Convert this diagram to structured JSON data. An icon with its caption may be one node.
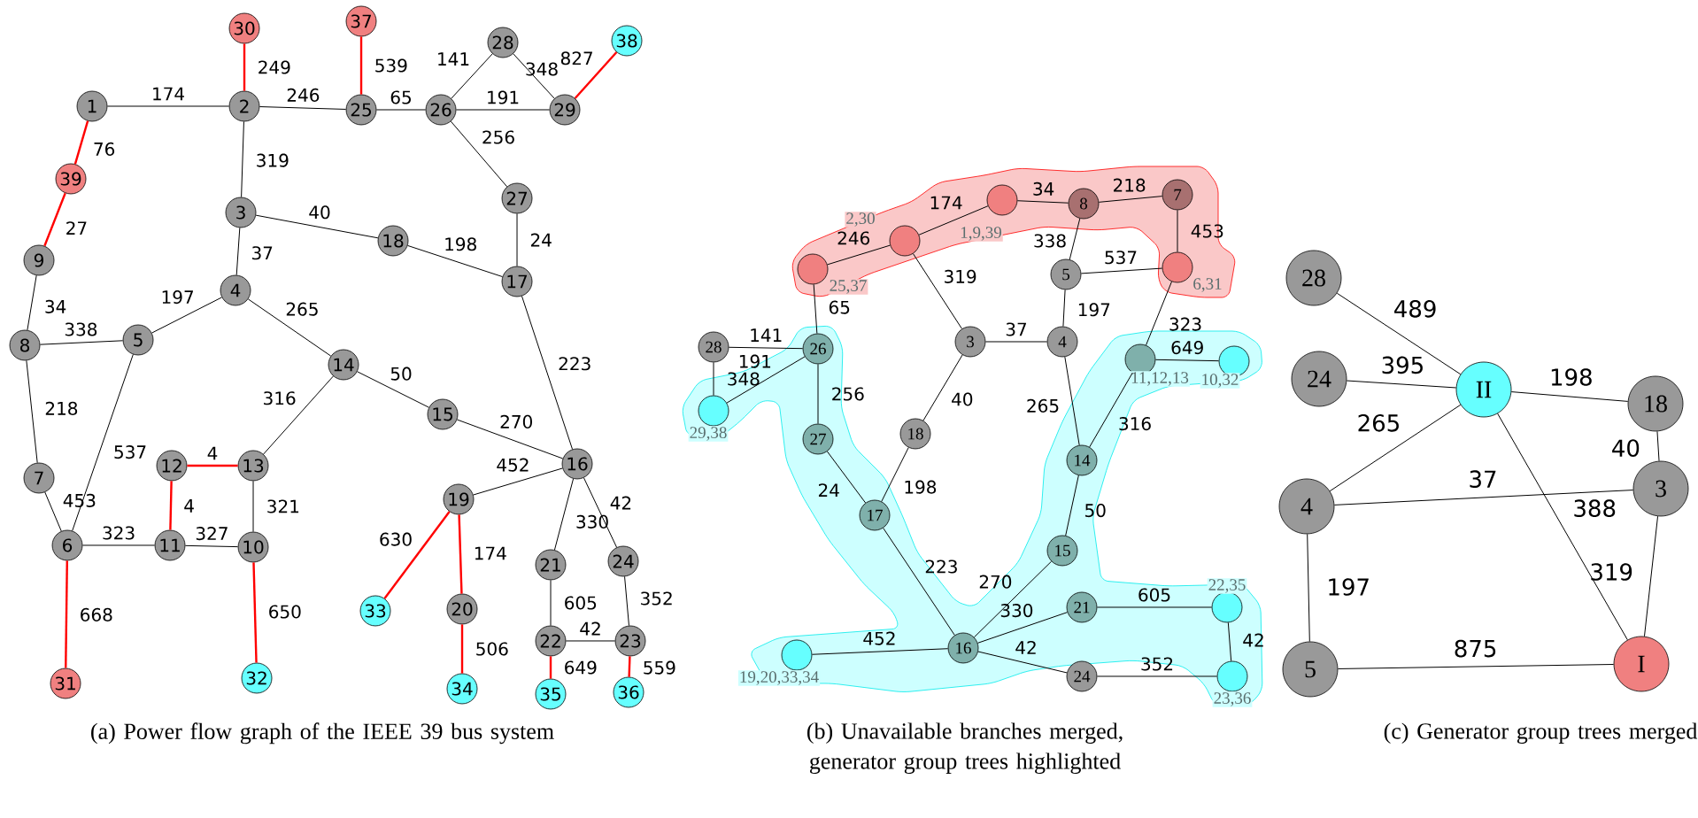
{
  "diagram": {
    "nodes": [
      {
        "text": [
          "30"
        ]
      },
      {
        "text": [
          "37"
        ]
      },
      {
        "text": [
          "28"
        ]
      },
      {
        "text": [
          "38"
        ]
      },
      {
        "text": [
          "1"
        ]
      },
      {
        "text": [
          "2"
        ]
      },
      {
        "text": [
          "25"
        ]
      },
      {
        "text": [
          "26"
        ]
      },
      {
        "text": [
          "29"
        ]
      },
      {
        "text": [
          "39"
        ]
      },
      {
        "text": [
          "3"
        ]
      },
      {
        "text": [
          "27"
        ]
      },
      {
        "text": [
          "18"
        ]
      },
      {
        "text": [
          "9"
        ]
      },
      {
        "text": [
          "17"
        ]
      },
      {
        "text": [
          "4"
        ]
      },
      {
        "text": [
          "8"
        ]
      },
      {
        "text": [
          "5"
        ]
      },
      {
        "text": [
          "14"
        ]
      },
      {
        "text": [
          "15"
        ]
      },
      {
        "text": [
          "16"
        ]
      },
      {
        "text": [
          "12"
        ]
      },
      {
        "text": [
          "13"
        ]
      },
      {
        "text": [
          "7"
        ]
      },
      {
        "text": [
          "19"
        ]
      },
      {
        "text": [
          "6"
        ]
      },
      {
        "text": [
          "11"
        ]
      },
      {
        "text": [
          "10"
        ]
      },
      {
        "text": [
          "21"
        ]
      },
      {
        "text": [
          "24"
        ]
      },
      {
        "text": [
          "33"
        ]
      },
      {
        "text": [
          "20"
        ]
      },
      {
        "text": [
          "22"
        ]
      },
      {
        "text": [
          "23"
        ]
      },
      {
        "text": [
          "31"
        ]
      },
      {
        "text": [
          "32"
        ]
      },
      {
        "text": [
          "34"
        ]
      },
      {
        "text": [
          "35"
        ]
      },
      {
        "text": [
          "36"
        ]
      },
      {
        "text": [],
        "shape": "circle",
        "beside": [
          "1,9,39"
        ]
      },
      {
        "text": [
          "8"
        ]
      },
      {
        "text": [
          "7"
        ]
      },
      {
        "text": [],
        "shape": "circle",
        "beside": [
          "2,30"
        ]
      },
      {
        "text": [],
        "shape": "circle",
        "beside": [
          "25,37"
        ]
      },
      {
        "text": [],
        "shape": "circle",
        "beside": [
          "6,31"
        ]
      },
      {
        "text": [
          "5"
        ]
      },
      {
        "text": [
          "3"
        ]
      },
      {
        "text": [
          "4"
        ]
      },
      {
        "text": [
          "28"
        ]
      },
      {
        "text": [
          "26"
        ]
      },
      {
        "text": [],
        "shape": "circle",
        "beside": [
          "11,12,13"
        ]
      },
      {
        "text": [],
        "shape": "circle",
        "beside": [
          "10,32"
        ]
      },
      {
        "text": [],
        "shape": "circle",
        "beside": [
          "29,38"
        ]
      },
      {
        "text": [
          "18"
        ]
      },
      {
        "text": [
          "27"
        ]
      },
      {
        "text": [
          "14"
        ]
      },
      {
        "text": [
          "17"
        ]
      },
      {
        "text": [
          "15"
        ]
      },
      {
        "text": [
          "21"
        ]
      },
      {
        "text": [],
        "shape": "circle",
        "beside": [
          "22,35"
        ]
      },
      {
        "text": [
          "16"
        ]
      },
      {
        "text": [],
        "shape": "circle",
        "beside": [
          "19,20,33,34"
        ]
      },
      {
        "text": [
          "24"
        ]
      },
      {
        "text": [],
        "shape": "circle",
        "beside": [
          "23,36"
        ]
      },
      {
        "text": [
          "28"
        ]
      },
      {
        "text": [
          "24"
        ]
      },
      {
        "text": [
          "II"
        ]
      },
      {
        "text": [
          "18"
        ]
      },
      {
        "text": [
          "4"
        ]
      },
      {
        "text": [
          "3"
        ]
      },
      {
        "text": [
          "5"
        ]
      },
      {
        "text": [
          "I"
        ]
      }
    ],
    "edges": [
      {
        "from": 4,
        "to": 5,
        "arrow": "none",
        "label": "174"
      },
      {
        "from": 5,
        "to": 0,
        "arrow": "none",
        "label": "249",
        "color": "#ff0000"
      },
      {
        "from": 5,
        "to": 6,
        "arrow": "none",
        "label": "246"
      },
      {
        "from": 6,
        "to": 1,
        "arrow": "none",
        "label": "539",
        "color": "#ff0000"
      },
      {
        "from": 6,
        "to": 7,
        "arrow": "none",
        "label": "65"
      },
      {
        "from": 7,
        "to": 2,
        "arrow": "none",
        "label": "141"
      },
      {
        "from": 2,
        "to": 8,
        "arrow": "none",
        "label": "348"
      },
      {
        "from": 7,
        "to": 8,
        "arrow": "none",
        "label": "191"
      },
      {
        "from": 8,
        "to": 3,
        "arrow": "none",
        "label": "827",
        "color": "#ff0000"
      },
      {
        "from": 4,
        "to": 9,
        "arrow": "none",
        "label": "76",
        "color": "#ff0000"
      },
      {
        "from": 9,
        "to": 13,
        "arrow": "none",
        "label": "27",
        "color": "#ff0000"
      },
      {
        "from": 5,
        "to": 10,
        "arrow": "none",
        "label": "319"
      },
      {
        "from": 7,
        "to": 11,
        "arrow": "none",
        "label": "256"
      },
      {
        "from": 10,
        "to": 12,
        "arrow": "none",
        "label": "40"
      },
      {
        "from": 12,
        "to": 14,
        "arrow": "none",
        "label": "198"
      },
      {
        "from": 11,
        "to": 14,
        "arrow": "none",
        "label": "24"
      },
      {
        "from": 10,
        "to": 15,
        "arrow": "none",
        "label": "37"
      },
      {
        "from": 13,
        "to": 16,
        "arrow": "none",
        "label": "34"
      },
      {
        "from": 16,
        "to": 17,
        "arrow": "none",
        "label": "338"
      },
      {
        "from": 15,
        "to": 17,
        "arrow": "none",
        "label": "197"
      },
      {
        "from": 15,
        "to": 18,
        "arrow": "none",
        "label": "265"
      },
      {
        "from": 16,
        "to": 23,
        "arrow": "none",
        "label": "218"
      },
      {
        "from": 17,
        "to": 25,
        "arrow": "none",
        "label": "537"
      },
      {
        "from": 23,
        "to": 25,
        "arrow": "none",
        "label": "453"
      },
      {
        "from": 18,
        "to": 22,
        "arrow": "none",
        "label": "316"
      },
      {
        "from": 18,
        "to": 19,
        "arrow": "none",
        "label": "50"
      },
      {
        "from": 19,
        "to": 20,
        "arrow": "none",
        "label": "270"
      },
      {
        "from": 14,
        "to": 20,
        "arrow": "none",
        "label": "223"
      },
      {
        "from": 21,
        "to": 22,
        "arrow": "none",
        "label": "4",
        "color": "#ff0000"
      },
      {
        "from": 21,
        "to": 26,
        "arrow": "none",
        "label": "4",
        "color": "#ff0000"
      },
      {
        "from": 22,
        "to": 27,
        "arrow": "none",
        "label": "321"
      },
      {
        "from": 25,
        "to": 26,
        "arrow": "none",
        "label": "323"
      },
      {
        "from": 26,
        "to": 27,
        "arrow": "none",
        "label": "327"
      },
      {
        "from": 20,
        "to": 24,
        "arrow": "none",
        "label": "452"
      },
      {
        "from": 20,
        "to": 28,
        "arrow": "none",
        "label": "330"
      },
      {
        "from": 20,
        "to": 29,
        "arrow": "none",
        "label": "42"
      },
      {
        "from": 25,
        "to": 34,
        "arrow": "none",
        "label": "668",
        "color": "#ff0000"
      },
      {
        "from": 27,
        "to": 35,
        "arrow": "none",
        "label": "650",
        "color": "#ff0000"
      },
      {
        "from": 24,
        "to": 30,
        "arrow": "none",
        "label": "630",
        "color": "#ff0000"
      },
      {
        "from": 24,
        "to": 31,
        "arrow": "none",
        "label": "174",
        "color": "#ff0000"
      },
      {
        "from": 31,
        "to": 36,
        "arrow": "none",
        "label": "506",
        "color": "#ff0000"
      },
      {
        "from": 28,
        "to": 32,
        "arrow": "none",
        "label": "605"
      },
      {
        "from": 29,
        "to": 33,
        "arrow": "none",
        "label": "352"
      },
      {
        "from": 32,
        "to": 33,
        "arrow": "none",
        "label": "42"
      },
      {
        "from": 32,
        "to": 37,
        "arrow": "none",
        "label": "649",
        "color": "#ff0000"
      },
      {
        "from": 33,
        "to": 38,
        "arrow": "none",
        "label": "559",
        "color": "#ff0000"
      },
      {
        "from": 43,
        "to": 42,
        "arrow": "none",
        "label": "246"
      },
      {
        "from": 42,
        "to": 39,
        "arrow": "none",
        "label": "174"
      },
      {
        "from": 39,
        "to": 40,
        "arrow": "none",
        "label": "34"
      },
      {
        "from": 40,
        "to": 41,
        "arrow": "none",
        "label": "218"
      },
      {
        "from": 41,
        "to": 44,
        "arrow": "none",
        "label": "453"
      },
      {
        "from": 40,
        "to": 45,
        "arrow": "none",
        "label": "338"
      },
      {
        "from": 45,
        "to": 44,
        "arrow": "none",
        "label": "537"
      },
      {
        "from": 42,
        "to": 46,
        "arrow": "none",
        "label": "319"
      },
      {
        "from": 43,
        "to": 49,
        "arrow": "none",
        "label": "65"
      },
      {
        "from": 46,
        "to": 47,
        "arrow": "none",
        "label": "37"
      },
      {
        "from": 45,
        "to": 47,
        "arrow": "none",
        "label": "197"
      },
      {
        "from": 44,
        "to": 50,
        "arrow": "none",
        "label": "323"
      },
      {
        "from": 48,
        "to": 49,
        "arrow": "none",
        "label": "141"
      },
      {
        "from": 48,
        "to": 52,
        "arrow": "none",
        "label": "348"
      },
      {
        "from": 49,
        "to": 52,
        "arrow": "none",
        "label": "191"
      },
      {
        "from": 49,
        "to": 54,
        "arrow": "none",
        "label": "256"
      },
      {
        "from": 50,
        "to": 51,
        "arrow": "none",
        "label": "649"
      },
      {
        "from": 46,
        "to": 53,
        "arrow": "none",
        "label": "40"
      },
      {
        "from": 47,
        "to": 55,
        "arrow": "none",
        "label": "265"
      },
      {
        "from": 50,
        "to": 55,
        "arrow": "none",
        "label": "316"
      },
      {
        "from": 54,
        "to": 56,
        "arrow": "none",
        "label": "24"
      },
      {
        "from": 53,
        "to": 56,
        "arrow": "none",
        "label": "198"
      },
      {
        "from": 55,
        "to": 57,
        "arrow": "none",
        "label": "50"
      },
      {
        "from": 56,
        "to": 60,
        "arrow": "none",
        "label": "223"
      },
      {
        "from": 57,
        "to": 60,
        "arrow": "none",
        "label": "270"
      },
      {
        "from": 60,
        "to": 58,
        "arrow": "none",
        "label": "330"
      },
      {
        "from": 58,
        "to": 59,
        "arrow": "none",
        "label": "605"
      },
      {
        "from": 60,
        "to": 61,
        "arrow": "none",
        "label": "452"
      },
      {
        "from": 60,
        "to": 62,
        "arrow": "none",
        "label": "42"
      },
      {
        "from": 59,
        "to": 63,
        "arrow": "none",
        "label": "42"
      },
      {
        "from": 62,
        "to": 63,
        "arrow": "none",
        "label": "352"
      },
      {
        "from": 64,
        "to": 66,
        "arrow": "none",
        "label": "489"
      },
      {
        "from": 65,
        "to": 66,
        "arrow": "none",
        "label": "395"
      },
      {
        "from": 66,
        "to": 67,
        "arrow": "none",
        "label": "198"
      },
      {
        "from": 67,
        "to": 69,
        "arrow": "none",
        "label": "40"
      },
      {
        "from": 66,
        "to": 68,
        "arrow": "none",
        "label": "265"
      },
      {
        "from": 68,
        "to": 69,
        "arrow": "none",
        "label": "37"
      },
      {
        "from": 66,
        "to": 71,
        "arrow": "none",
        "label": "388"
      },
      {
        "from": 69,
        "to": 71,
        "arrow": "none",
        "label": "319"
      },
      {
        "from": 68,
        "to": 70,
        "arrow": "none",
        "label": "197"
      },
      {
        "from": 70,
        "to": 71,
        "arrow": "none",
        "label": "875"
      }
    ],
    "labels": [
      "(a) Power flow graph of the IEEE 39 bus system",
      "(b) Unavailable branches merged, generator group trees highlighted",
      "(c) Generator group trees merged"
    ]
  }
}
